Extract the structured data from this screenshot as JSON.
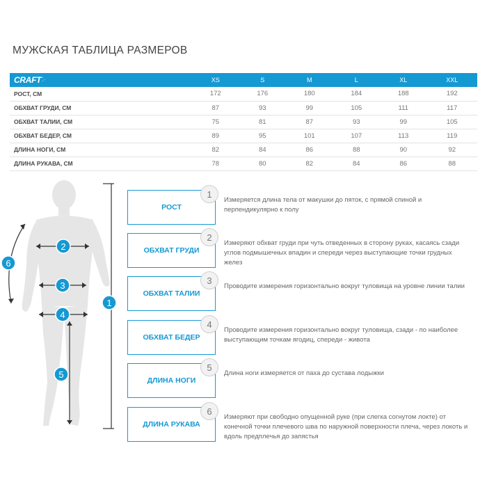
{
  "title": "МУЖСКАЯ ТАБЛИЦА РАЗМЕРОВ",
  "brand": "CRAFT",
  "accent_color": "#1599d3",
  "table": {
    "columns": [
      "XS",
      "S",
      "M",
      "L",
      "XL",
      "XXL"
    ],
    "rows": [
      {
        "label": "РОСТ, СМ",
        "values": [
          "172",
          "176",
          "180",
          "184",
          "188",
          "192"
        ]
      },
      {
        "label": "ОБХВАТ ГРУДИ, СМ",
        "values": [
          "87",
          "93",
          "99",
          "105",
          "111",
          "117"
        ]
      },
      {
        "label": "ОБХВАТ ТАЛИИ, СМ",
        "values": [
          "75",
          "81",
          "87",
          "93",
          "99",
          "105"
        ]
      },
      {
        "label": "ОБХВАТ БЕДЕР, СМ",
        "values": [
          "89",
          "95",
          "101",
          "107",
          "113",
          "119"
        ]
      },
      {
        "label": "ДЛИНА НОГИ, СМ",
        "values": [
          "82",
          "84",
          "86",
          "88",
          "90",
          "92"
        ]
      },
      {
        "label": "ДЛИНА РУКАВА, СМ",
        "values": [
          "78",
          "80",
          "82",
          "84",
          "86",
          "88"
        ]
      }
    ]
  },
  "figure_markers": [
    "1",
    "2",
    "3",
    "4",
    "5",
    "6"
  ],
  "measurements": [
    {
      "number": "1",
      "label": "РОСТ",
      "description": "Измеряется длина тела от макушки до пяток, с прямой спиной и перпендикулярно к полу"
    },
    {
      "number": "2",
      "label": "ОБХВАТ ГРУДИ",
      "description": "Измеряют обхват груди при чуть отведенных в сторону руках, касаясь сзади углов подмышечных впадин и спереди через выступающие точки грудных желез"
    },
    {
      "number": "3",
      "label": "ОБХВАТ ТАЛИИ",
      "description": "Проводите измерения горизонтально вокруг туловища на уровне линии талии"
    },
    {
      "number": "4",
      "label": "ОБХВАТ БЕДЕР",
      "description": "Проводите измерения горизонтально вокруг туловища, сзади - по наиболее выступающим точкам ягодиц, спереди - живота"
    },
    {
      "number": "5",
      "label": "ДЛИНА НОГИ",
      "description": "Длина ноги измеряется от паха до сустава лодыжки"
    },
    {
      "number": "6",
      "label": "ДЛИНА РУКАВА",
      "description": "Измеряют при свободно опущенной руке (при слегка согнутом локте) от конечной точки плечевого шва по наружной поверхности плеча, через локоть и вдоль предплечья до запястья"
    }
  ]
}
